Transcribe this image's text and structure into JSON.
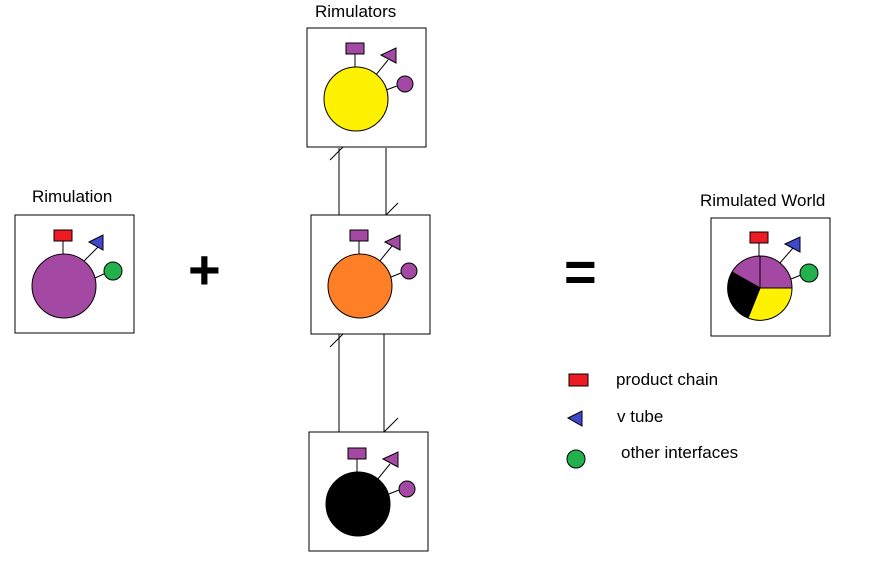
{
  "labels": {
    "rimulation": "Rimulation",
    "rimulators": "Rimulators",
    "rimulated_world": "Rimulated World"
  },
  "operators": {
    "plus": "+",
    "equals": "="
  },
  "legend": {
    "items": [
      {
        "label": "product chain",
        "icon": "red-rectangle",
        "color": "#ed1c24"
      },
      {
        "label": "v tube",
        "icon": "blue-triangle",
        "color": "#3f48cc"
      },
      {
        "label": "other interfaces",
        "icon": "green-circle",
        "color": "#22b14c"
      }
    ]
  },
  "colors": {
    "purple": "#a349a4",
    "yellow": "#fff200",
    "orange": "#ff7f27",
    "black": "#000000",
    "red": "#ed1c24",
    "blue": "#3f48cc",
    "green": "#22b14c"
  }
}
